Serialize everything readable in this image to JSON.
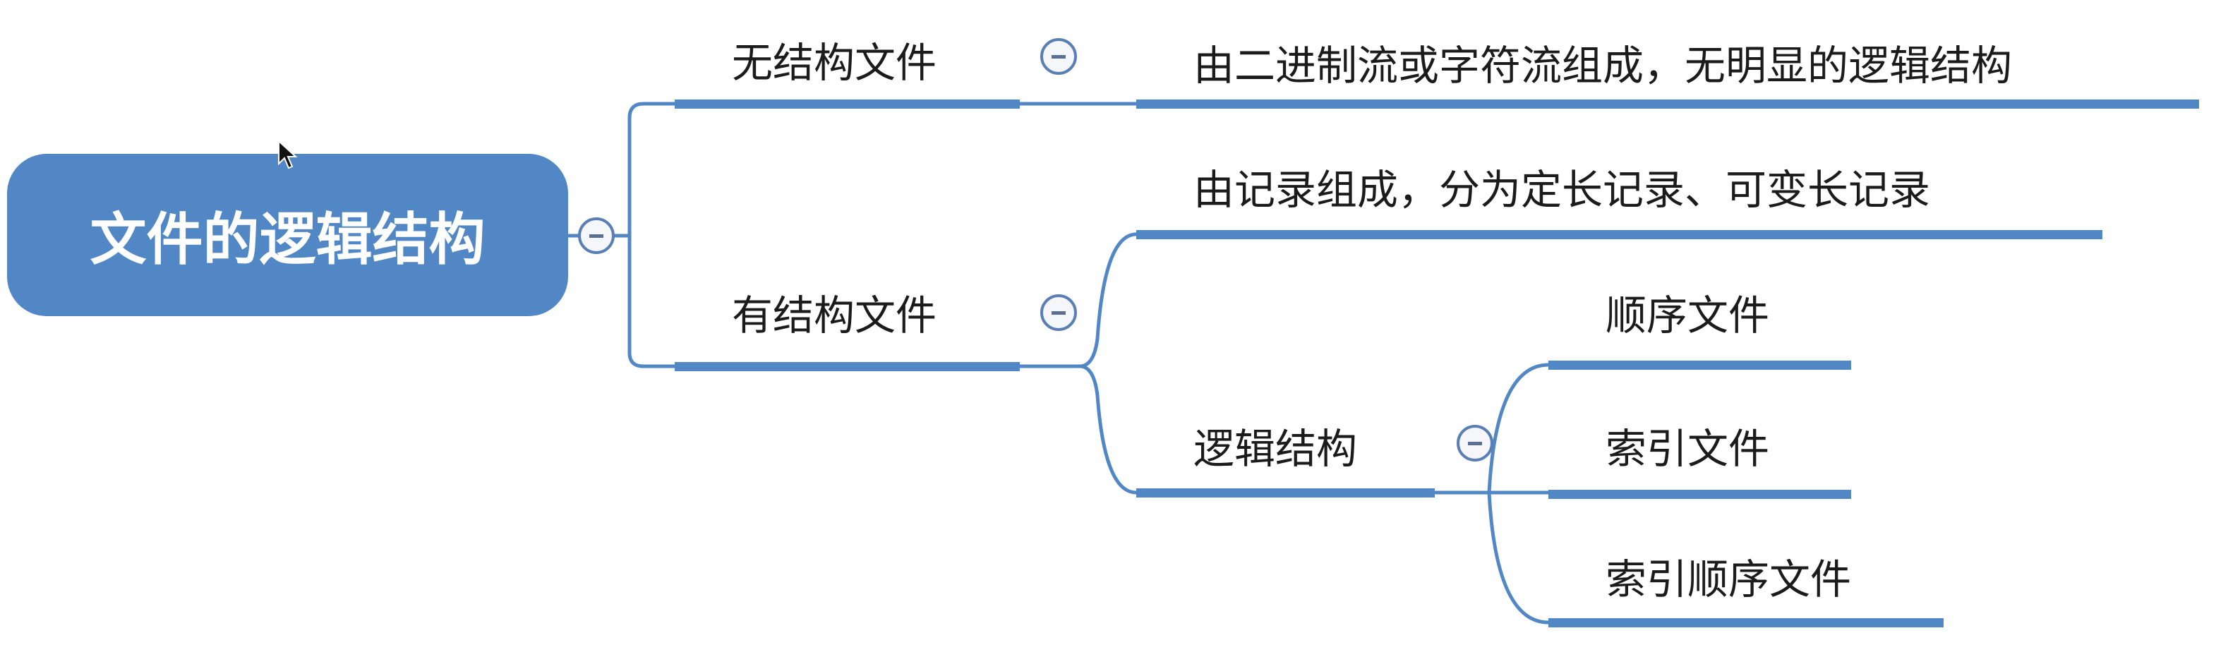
{
  "root": {
    "label": "文件的逻辑结构"
  },
  "branches": [
    {
      "label": "无结构文件",
      "children": [
        {
          "label": "由二进制流或字符流组成，无明显的逻辑结构"
        }
      ]
    },
    {
      "label": "有结构文件",
      "children": [
        {
          "label": "由记录组成，分为定长记录、可变长记录"
        },
        {
          "label": "逻辑结构",
          "children": [
            {
              "label": "顺序文件"
            },
            {
              "label": "索引文件"
            },
            {
              "label": "索引顺序文件"
            }
          ]
        }
      ]
    }
  ],
  "colors": {
    "accent": "#5287c6",
    "text": "#1b1b1b"
  }
}
